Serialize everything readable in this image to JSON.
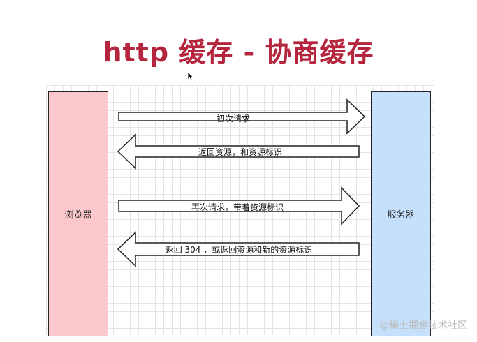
{
  "title": "http 缓存 - 协商缓存",
  "actors": {
    "browser": "浏览器",
    "server": "服务器"
  },
  "arrows": [
    {
      "label": "初次请求",
      "direction": "right"
    },
    {
      "label": "返回资源，和资源标识",
      "direction": "left"
    },
    {
      "label": "再次请求，带着资源标识",
      "direction": "right"
    },
    {
      "label": "返回 304 ，或返回资源和新的资源标识",
      "direction": "left"
    }
  ],
  "watermark": "@稀土掘金技术社区",
  "colors": {
    "title": "#b5263e",
    "browser_fill": "#fdc8cc",
    "server_fill": "#c6e0fb",
    "stroke": "#222222"
  }
}
